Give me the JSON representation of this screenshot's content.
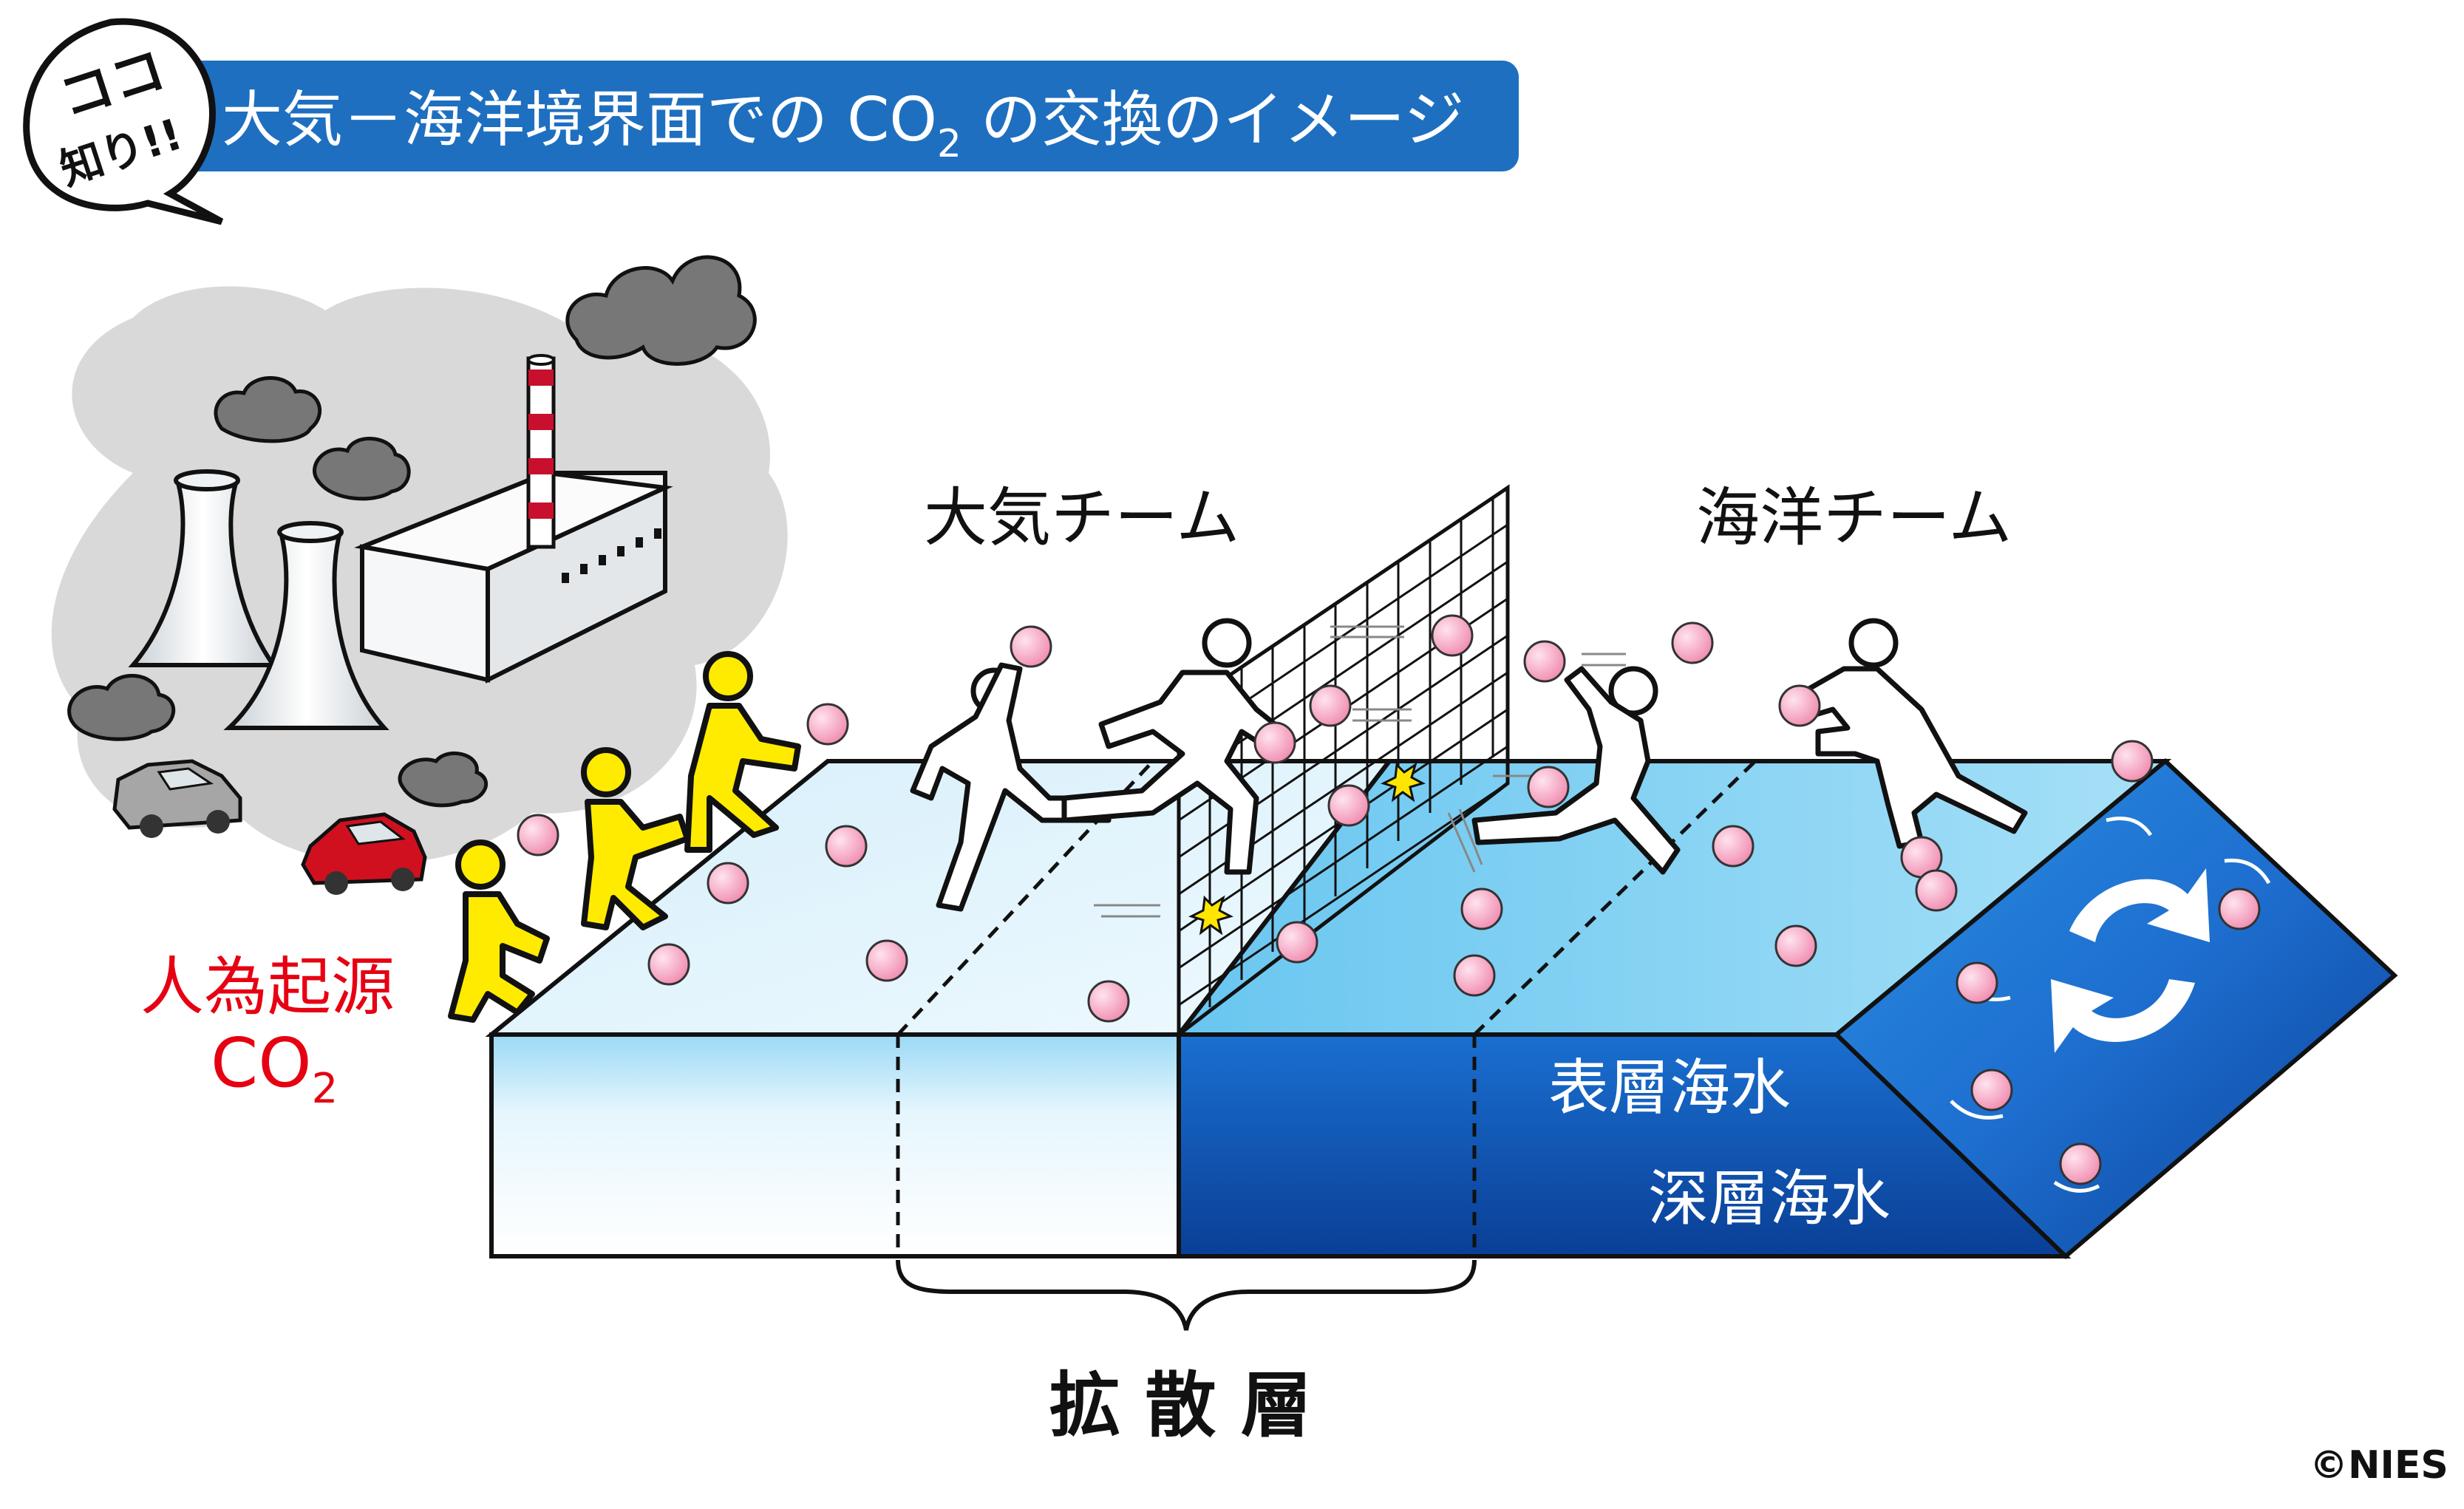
{
  "badge": {
    "line1": "ココ",
    "line2": "知り!!"
  },
  "title": {
    "main": "大気－海洋境界面での CO",
    "subscript": "2",
    "suffix": " の交換のイメージ"
  },
  "labels": {
    "atmosphere_team": "大気チーム",
    "ocean_team": "海洋チーム",
    "anthropogenic_line1": "人為起源",
    "anthropogenic_co": "CO",
    "anthropogenic_sub": "2",
    "surface_water": "表層海水",
    "deep_water": "深層海水",
    "diffusion_layer": "拡 散 層"
  },
  "credit": "©NIES",
  "colors": {
    "title_bar": "#1e6fc0",
    "anthropogenic_text": "#e60012",
    "ocean_dark": "#0b4aa8",
    "ocean_light": "#7fd2f4",
    "air_layer": "#e8f6fd",
    "co2_ball": "#f59ab8",
    "yellow_figure": "#ffeb00",
    "smoke": "#777777"
  }
}
